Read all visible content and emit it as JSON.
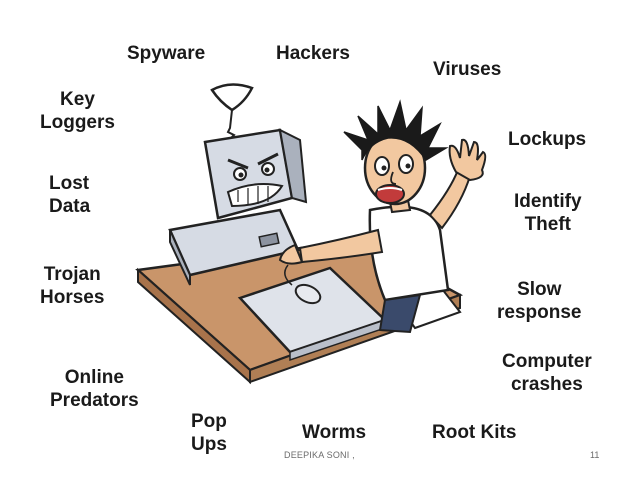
{
  "threats": {
    "spyware": "Spyware",
    "hackers": "Hackers",
    "viruses": "Viruses",
    "key_loggers_line1": "Key",
    "key_loggers_line2": "Loggers",
    "lockups": "Lockups",
    "lost_data_line1": "Lost",
    "lost_data_line2": "Data",
    "identify_theft_line1": "Identify",
    "identify_theft_line2": "Theft",
    "trojan_horses_line1": "Trojan",
    "trojan_horses_line2": "Horses",
    "slow_response_line1": "Slow",
    "slow_response_line2": "response",
    "computer_crashes_line1": "Computer",
    "computer_crashes_line2": "crashes",
    "online_predators_line1": "Online",
    "online_predators_line2": "Predators",
    "pop_ups_line1": "Pop",
    "pop_ups_line2": "Ups",
    "worms": "Worms",
    "root_kits": "Root Kits"
  },
  "footer": {
    "author": "DEEPIKA SONI ,",
    "page_number": "11"
  },
  "colors": {
    "text": "#1a1a1a",
    "desk": "#c9956a",
    "monitor": "#d6dbe4",
    "skin": "#f2c8a0",
    "hair": "#1a1a1a"
  },
  "illustration": {
    "icon": "frustrated-user-with-angry-computer-icon"
  }
}
